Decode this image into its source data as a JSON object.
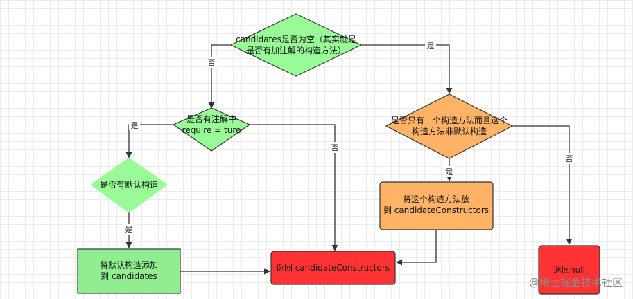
{
  "colors": {
    "green_light": "#98FB98",
    "green_box": "#90EE90",
    "orange": "#FFB366",
    "red": "#FF3333",
    "stroke": "#333333"
  },
  "nodes": {
    "candidates_empty": {
      "line1": "candidates是否为空（其实就是",
      "line2": "是否有加注解的构造方法）"
    },
    "require_true": {
      "line1": "是否有注解中",
      "line2": "require = ture"
    },
    "has_default": {
      "line1": "是否有默认构造"
    },
    "add_default": {
      "line1": "将默认构造添加",
      "line2": "到 candidates"
    },
    "return_candidate": {
      "line1": "返回 candidateConstructors"
    },
    "only_one": {
      "line1": "是否只有一个构造方法而且这个",
      "line2": "构造方法非默认构造"
    },
    "put_constructor": {
      "line1": "将这个构造方法放",
      "line2": "到 candidateConstructors"
    },
    "return_null": {
      "line1": "返回null"
    }
  },
  "edges": {
    "e1": "否",
    "e2": "是",
    "e3": "是",
    "e4": "否",
    "e5": "是",
    "e6": "是",
    "e7": "否"
  },
  "watermark": "@稀土掘金技术社区"
}
